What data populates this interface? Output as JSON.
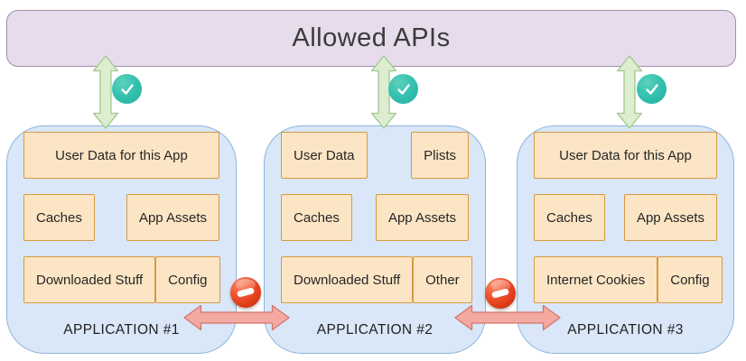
{
  "diagram": {
    "api_bar": {
      "label": "Allowed APIs"
    },
    "apps": [
      {
        "label": "APPLICATION #1",
        "rows": [
          [
            "User Data for this App"
          ],
          [
            "Caches",
            "App Assets"
          ],
          [
            "Downloaded Stuff",
            "Config"
          ]
        ]
      },
      {
        "label": "APPLICATION #2",
        "rows": [
          [
            "User Data",
            "Plists"
          ],
          [
            "Caches",
            "App Assets"
          ],
          [
            "Downloaded Stuff",
            "Other"
          ]
        ]
      },
      {
        "label": "APPLICATION #3",
        "rows": [
          [
            "User Data for this App"
          ],
          [
            "Caches",
            "App Assets"
          ],
          [
            "Internet Cookies",
            "Config"
          ]
        ]
      }
    ],
    "icons": {
      "api_link": "check-circle-icon",
      "app_link": "no-entry-icon"
    },
    "colors": {
      "api_bar_fill": "#e7dcec",
      "api_bar_border": "#9e8fa8",
      "app_fill": "#d9e7f8",
      "app_border": "#8fb4de",
      "box_fill": "#fce5c5",
      "box_border": "#d79a3e",
      "allow_arrow_fill": "#dcedd0",
      "allow_arrow_border": "#a3c691",
      "check_fill": "#2fbfab",
      "deny_arrow_fill": "#f4a9a1",
      "deny_arrow_border": "#d4766c",
      "no_entry_fill": "#e2421f",
      "text": "#2e2e2e"
    }
  }
}
